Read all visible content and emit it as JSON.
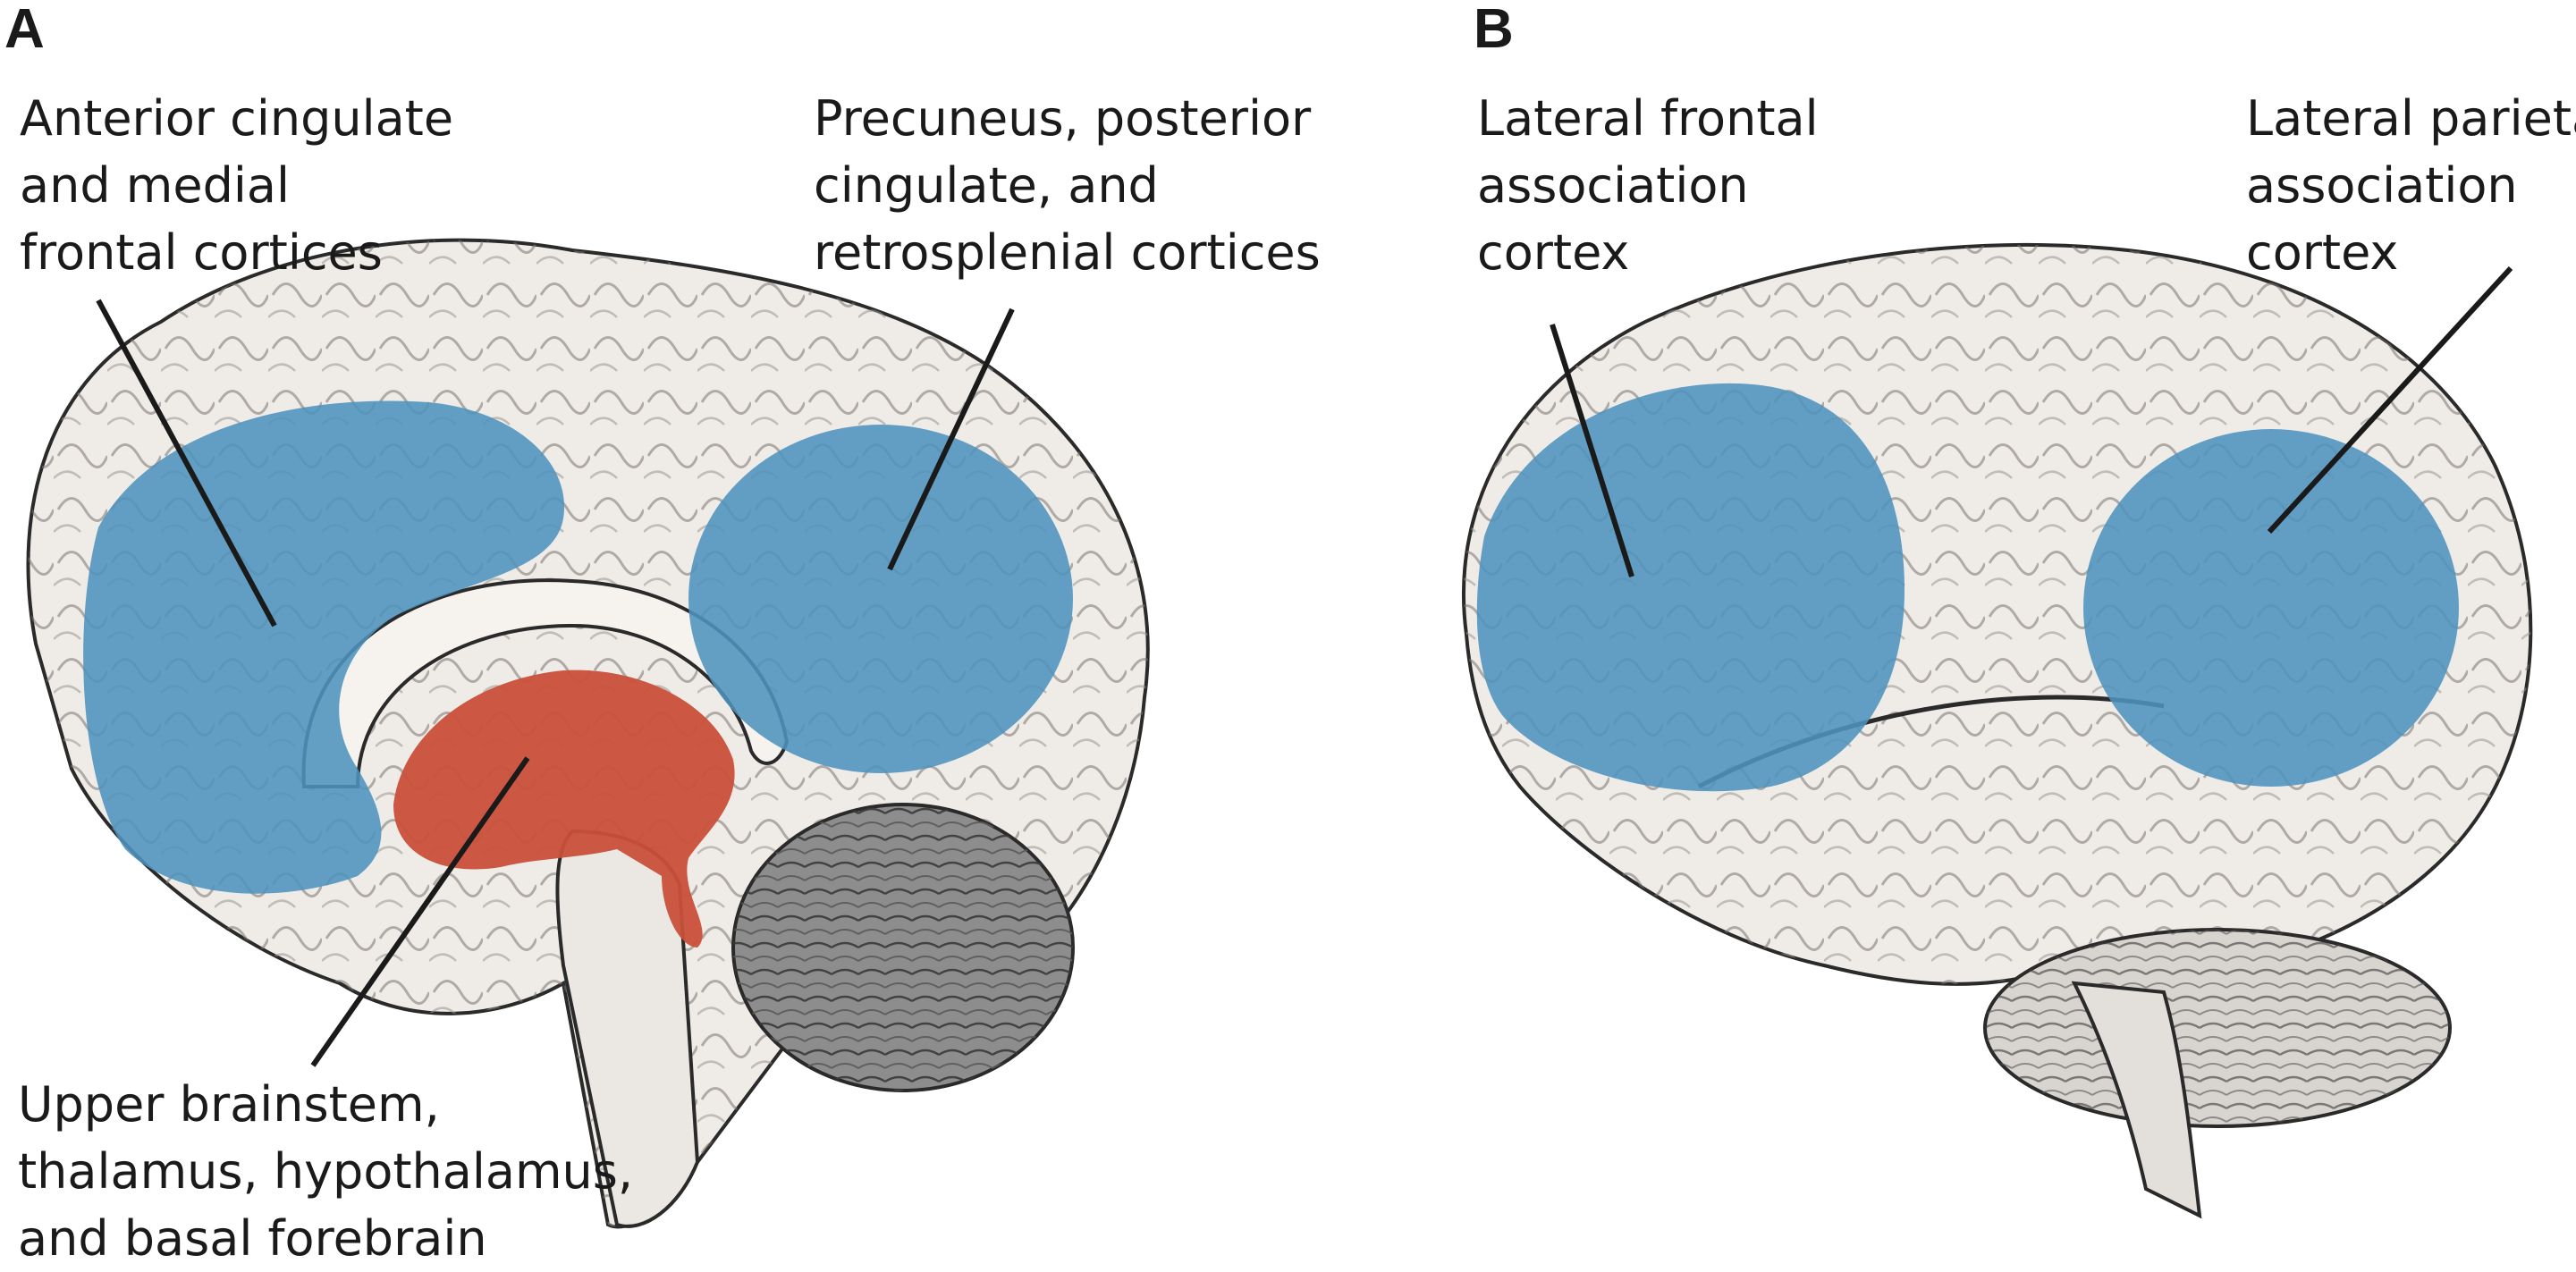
{
  "panels": [
    {
      "letter": "A",
      "view": "medial",
      "callouts": [
        {
          "lines": [
            "Anterior cingulate",
            "and medial",
            "frontal cortices"
          ],
          "highlight": "blue"
        },
        {
          "lines": [
            "Precuneus, posterior",
            "cingulate, and",
            "retrosplenial cortices"
          ],
          "highlight": "blue"
        },
        {
          "lines": [
            "Upper brainstem,",
            "thalamus, hypothalamus,",
            "and basal forebrain"
          ],
          "highlight": "red"
        }
      ]
    },
    {
      "letter": "B",
      "view": "lateral",
      "callouts": [
        {
          "lines": [
            "Lateral frontal",
            "association",
            "cortex"
          ],
          "highlight": "blue"
        },
        {
          "lines": [
            "Lateral parietal",
            "association",
            "cortex"
          ],
          "highlight": "blue"
        }
      ]
    }
  ],
  "colors": {
    "blue_region": "#4f93bd",
    "red_region": "#c9503a",
    "brain_fill": "#efece8",
    "outline": "#2a2a2a"
  }
}
